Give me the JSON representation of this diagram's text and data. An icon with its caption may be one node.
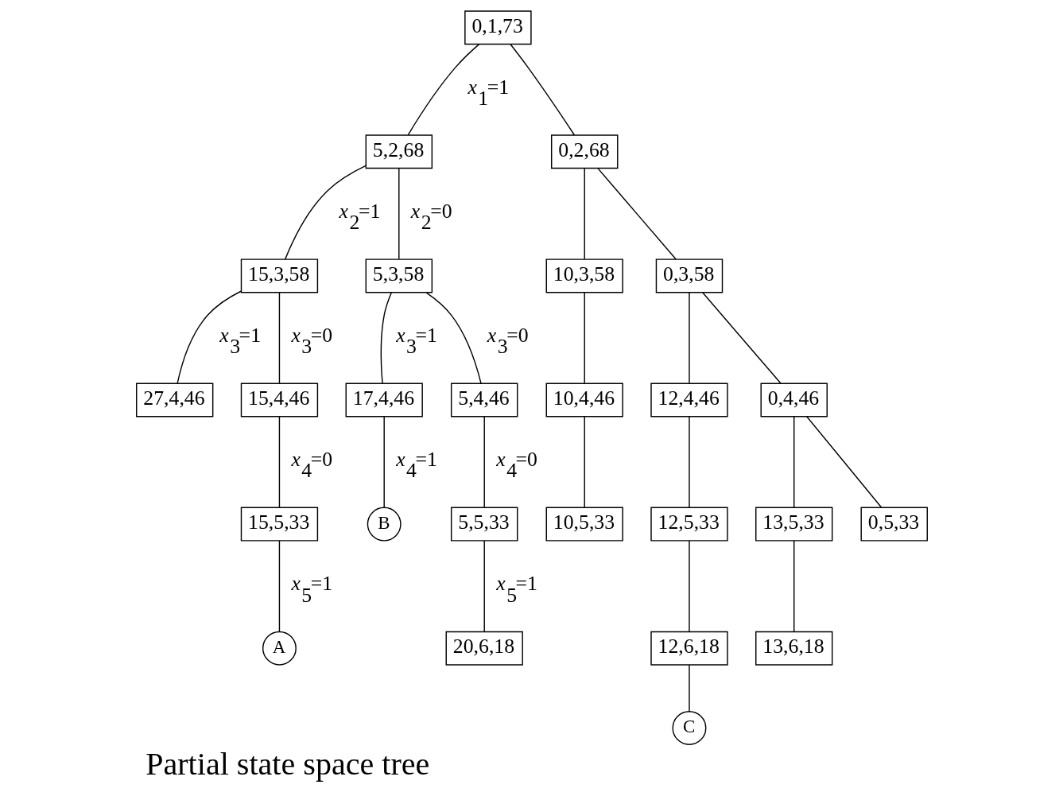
{
  "diagram": {
    "caption": "Partial state space tree",
    "nodes": [
      {
        "text": [
          "0,1,73"
        ]
      },
      {
        "text": [
          "5,2,68"
        ]
      },
      {
        "text": [
          "0,2,68"
        ]
      },
      {
        "text": [
          "15,3,58"
        ]
      },
      {
        "text": [
          "5,3,58"
        ]
      },
      {
        "text": [
          "10,3,58"
        ]
      },
      {
        "text": [
          "0,3,58"
        ]
      },
      {
        "text": [
          "27,4,46"
        ]
      },
      {
        "text": [
          "15,4,46"
        ]
      },
      {
        "text": [
          "17,4,46"
        ]
      },
      {
        "text": [
          "5,4,46"
        ]
      },
      {
        "text": [
          "10,4,46"
        ]
      },
      {
        "text": [
          "12,4,46"
        ]
      },
      {
        "text": [
          "0,4,46"
        ]
      },
      {
        "text": [
          "15,5,33"
        ]
      },
      {
        "text": [
          "B"
        ]
      },
      {
        "text": [
          "5,5,33"
        ]
      },
      {
        "text": [
          "10,5,33"
        ]
      },
      {
        "text": [
          "12,5,33"
        ]
      },
      {
        "text": [
          "13,5,33"
        ]
      },
      {
        "text": [
          "0,5,33"
        ]
      },
      {
        "text": [
          "A"
        ]
      },
      {
        "text": [
          "20,6,18"
        ]
      },
      {
        "text": [
          "12,6,18"
        ]
      },
      {
        "text": [
          "13,6,18"
        ]
      },
      {
        "text": [
          "C"
        ]
      }
    ],
    "edges": [
      {
        "from": 0,
        "to": 1,
        "arrow": "none",
        "label": "*x*$_{1}$=1"
      },
      {
        "from": 0,
        "to": 2,
        "arrow": "none"
      },
      {
        "from": 1,
        "to": 3,
        "arrow": "none",
        "label": "*x*$_{2}$=1"
      },
      {
        "from": 1,
        "to": 4,
        "arrow": "none",
        "label": "*x*$_{2}$=0"
      },
      {
        "from": 2,
        "to": 5,
        "arrow": "none"
      },
      {
        "from": 2,
        "to": 6,
        "arrow": "none"
      },
      {
        "from": 3,
        "to": 7,
        "arrow": "none",
        "label": "*x*$_{3}$=1"
      },
      {
        "from": 3,
        "to": 8,
        "arrow": "none",
        "label": "*x*$_{3}$=0"
      },
      {
        "from": 4,
        "to": 9,
        "arrow": "none",
        "label": "*x*$_{3}$=1"
      },
      {
        "from": 4,
        "to": 10,
        "arrow": "none",
        "label": "*x*$_{3}$=0"
      },
      {
        "from": 5,
        "to": 11,
        "arrow": "none"
      },
      {
        "from": 6,
        "to": 12,
        "arrow": "none"
      },
      {
        "from": 6,
        "to": 13,
        "arrow": "none"
      },
      {
        "from": 8,
        "to": 14,
        "arrow": "none",
        "label": "*x*$_{4}$=0"
      },
      {
        "from": 9,
        "to": 15,
        "arrow": "none",
        "label": "*x*$_{4}$=1"
      },
      {
        "from": 10,
        "to": 16,
        "arrow": "none",
        "label": "*x*$_{4}$=0"
      },
      {
        "from": 11,
        "to": 17,
        "arrow": "none"
      },
      {
        "from": 12,
        "to": 18,
        "arrow": "none"
      },
      {
        "from": 13,
        "to": 19,
        "arrow": "none"
      },
      {
        "from": 13,
        "to": 20,
        "arrow": "none"
      },
      {
        "from": 14,
        "to": 21,
        "arrow": "none",
        "label": "*x*$_{5}$=1"
      },
      {
        "from": 16,
        "to": 22,
        "arrow": "none",
        "label": "*x*$_{5}$=1"
      },
      {
        "from": 18,
        "to": 23,
        "arrow": "none"
      },
      {
        "from": 19,
        "to": 24,
        "arrow": "none"
      },
      {
        "from": 23,
        "to": 25,
        "arrow": "none"
      }
    ]
  }
}
